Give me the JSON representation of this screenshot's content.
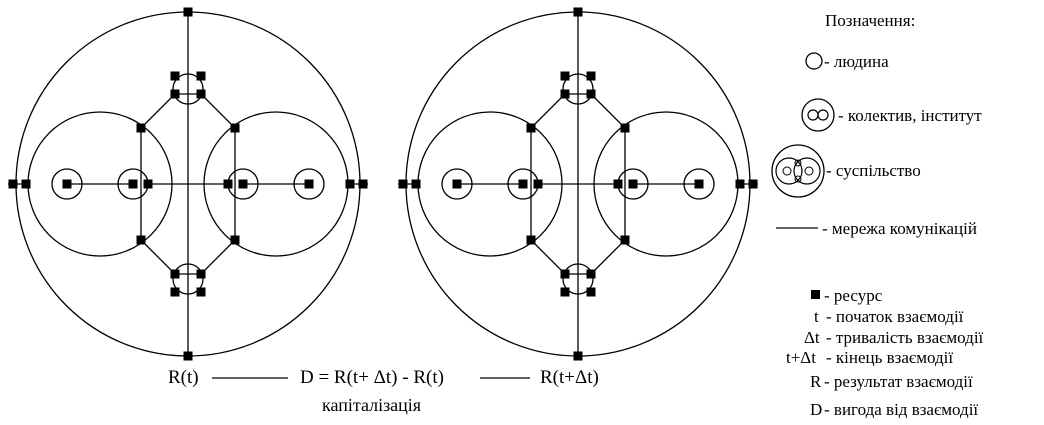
{
  "formula": {
    "left": "R(t)",
    "middle": "D = R(t+ Δt) - R(t)",
    "right": "R(t+Δt)",
    "caption": "капіталізація"
  },
  "legend": {
    "title": "Позначення:",
    "person": "- людина",
    "collective": "- колектив, інститут",
    "society": "- суспільство",
    "network": "- мережа комунікацій",
    "resource": "- ресурс",
    "t_sym": "t",
    "t_text": "- початок взаємодії",
    "dt_sym": "Δt",
    "dt_text": "- тривалість взаємодії",
    "tdt_sym": "t+Δt",
    "tdt_text": "- кінець взаємодії",
    "r_sym": "R",
    "r_text": "- результат взаємодії",
    "d_sym": "D",
    "d_text": "- вигода від взаємодії"
  }
}
